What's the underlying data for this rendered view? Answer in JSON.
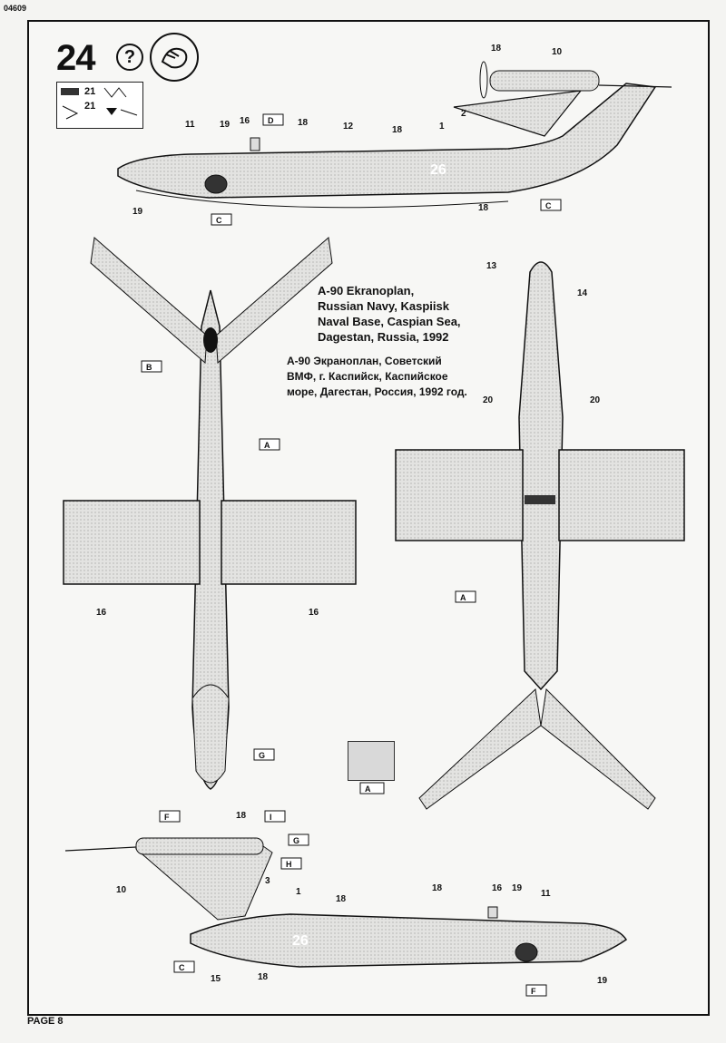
{
  "header": {
    "code": "04609",
    "step_number": "24",
    "help_symbol": "?"
  },
  "decal_sheet": {
    "numbers_top": "21",
    "numbers_bottom": "21"
  },
  "caption": {
    "en_lines": [
      "A-90 Ekranoplan,",
      "Russian Navy, Kaspiisk",
      "Naval Base, Caspian Sea,",
      "Dagestan, Russia, 1992"
    ],
    "ru_lines": [
      "А-90 Экраноплан, Советский",
      "ВМФ, г. Каспийск, Каспийское",
      "море, Дагестан, Россия, 1992 год."
    ]
  },
  "views": {
    "left_side_callouts": [
      "11",
      "19",
      "16",
      "D",
      "18",
      "12",
      "18",
      "1",
      "10",
      "18",
      "2",
      "19",
      "C",
      "C"
    ],
    "top_view_callouts": [
      "B",
      "A",
      "16",
      "16",
      "G"
    ],
    "bottom_view_callouts": [
      "13",
      "14",
      "20",
      "20",
      "A"
    ],
    "right_side_callouts": [
      "F",
      "18",
      "I",
      "G",
      "H",
      "10",
      "3",
      "1",
      "18",
      "18",
      "16",
      "19",
      "11",
      "C",
      "15",
      "18",
      "F",
      "19"
    ],
    "hull_number": "26"
  },
  "color_swatch_label": "A",
  "footer": {
    "page": "PAGE 8"
  }
}
